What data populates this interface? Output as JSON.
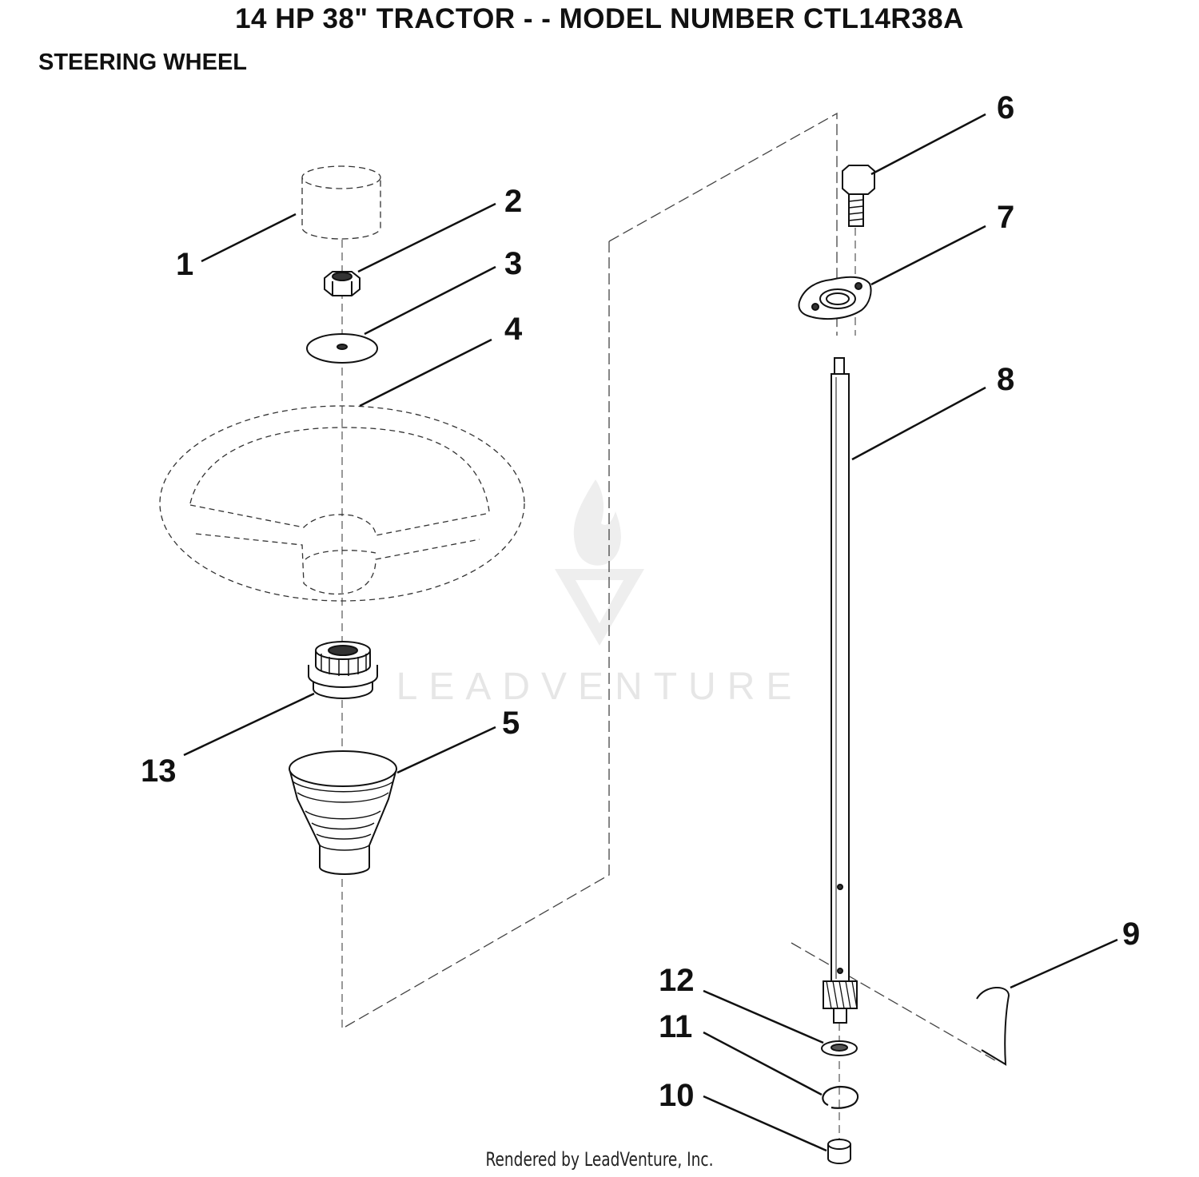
{
  "header": {
    "title": "14 HP 38\" TRACTOR - - MODEL NUMBER CTL14R38A",
    "section": "STEERING WHEEL"
  },
  "watermark": {
    "text": "LEADVENTURE",
    "color": "#e6e6e6"
  },
  "footer": {
    "text": "Rendered by LeadVenture, Inc."
  },
  "callouts": {
    "c1": "1",
    "c2": "2",
    "c3": "3",
    "c4": "4",
    "c5": "5",
    "c6": "6",
    "c7": "7",
    "c8": "8",
    "c9": "9",
    "c10": "10",
    "c11": "11",
    "c12": "12",
    "c13": "13"
  },
  "parts": [
    "cap",
    "nut",
    "washer",
    "steering-wheel",
    "steering-column-boot",
    "bolt",
    "bearing-flange",
    "steering-shaft",
    "wire-clip",
    "bushing",
    "snap-ring",
    "flat-washer",
    "adapter"
  ]
}
